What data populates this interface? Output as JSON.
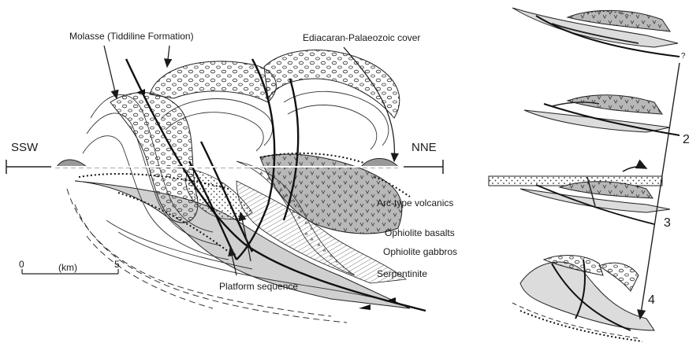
{
  "labels": {
    "molasse": "Molasse (Tiddiline Formation)",
    "cover": "Ediacaran-Palaeozoic cover",
    "ssw": "SSW",
    "nne": "NNE",
    "arc": "Arc-type volcanics",
    "basalts": "Ophiolite basalts",
    "gabbros": "Ophiolite gabbros",
    "serpentinite": "Serpentinite",
    "platform": "Platform sequence",
    "question": "?"
  },
  "scale": {
    "zero": "0",
    "unit": "(km)",
    "five": "5"
  },
  "stages": {
    "two": "2",
    "three": "3",
    "four": "4"
  }
}
